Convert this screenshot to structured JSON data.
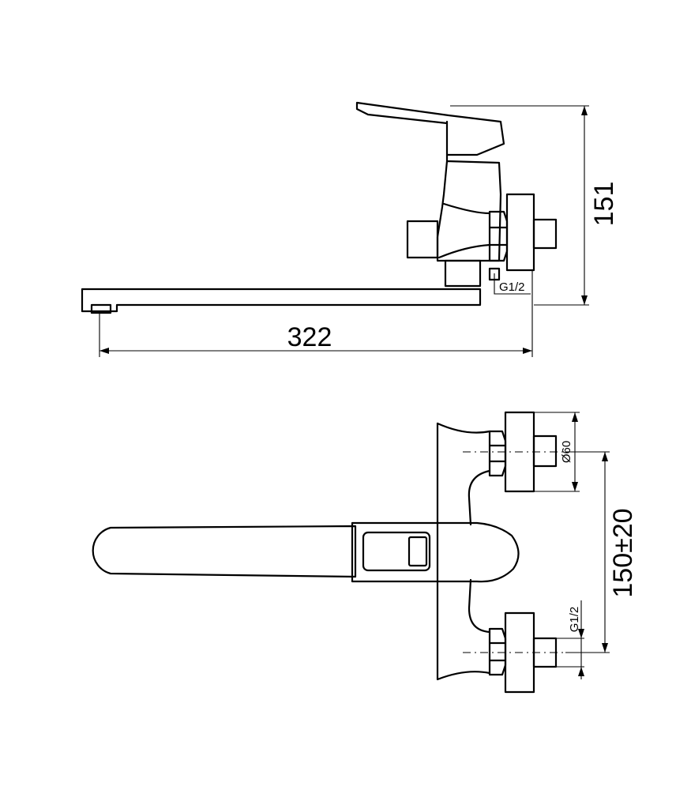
{
  "dimensions": {
    "height": "151",
    "spout_length": "322",
    "inlet_thread_side": "G1/2",
    "flange_diameter": "Ø60",
    "center_distance": "150±20",
    "inlet_thread_top": "G1/2"
  }
}
